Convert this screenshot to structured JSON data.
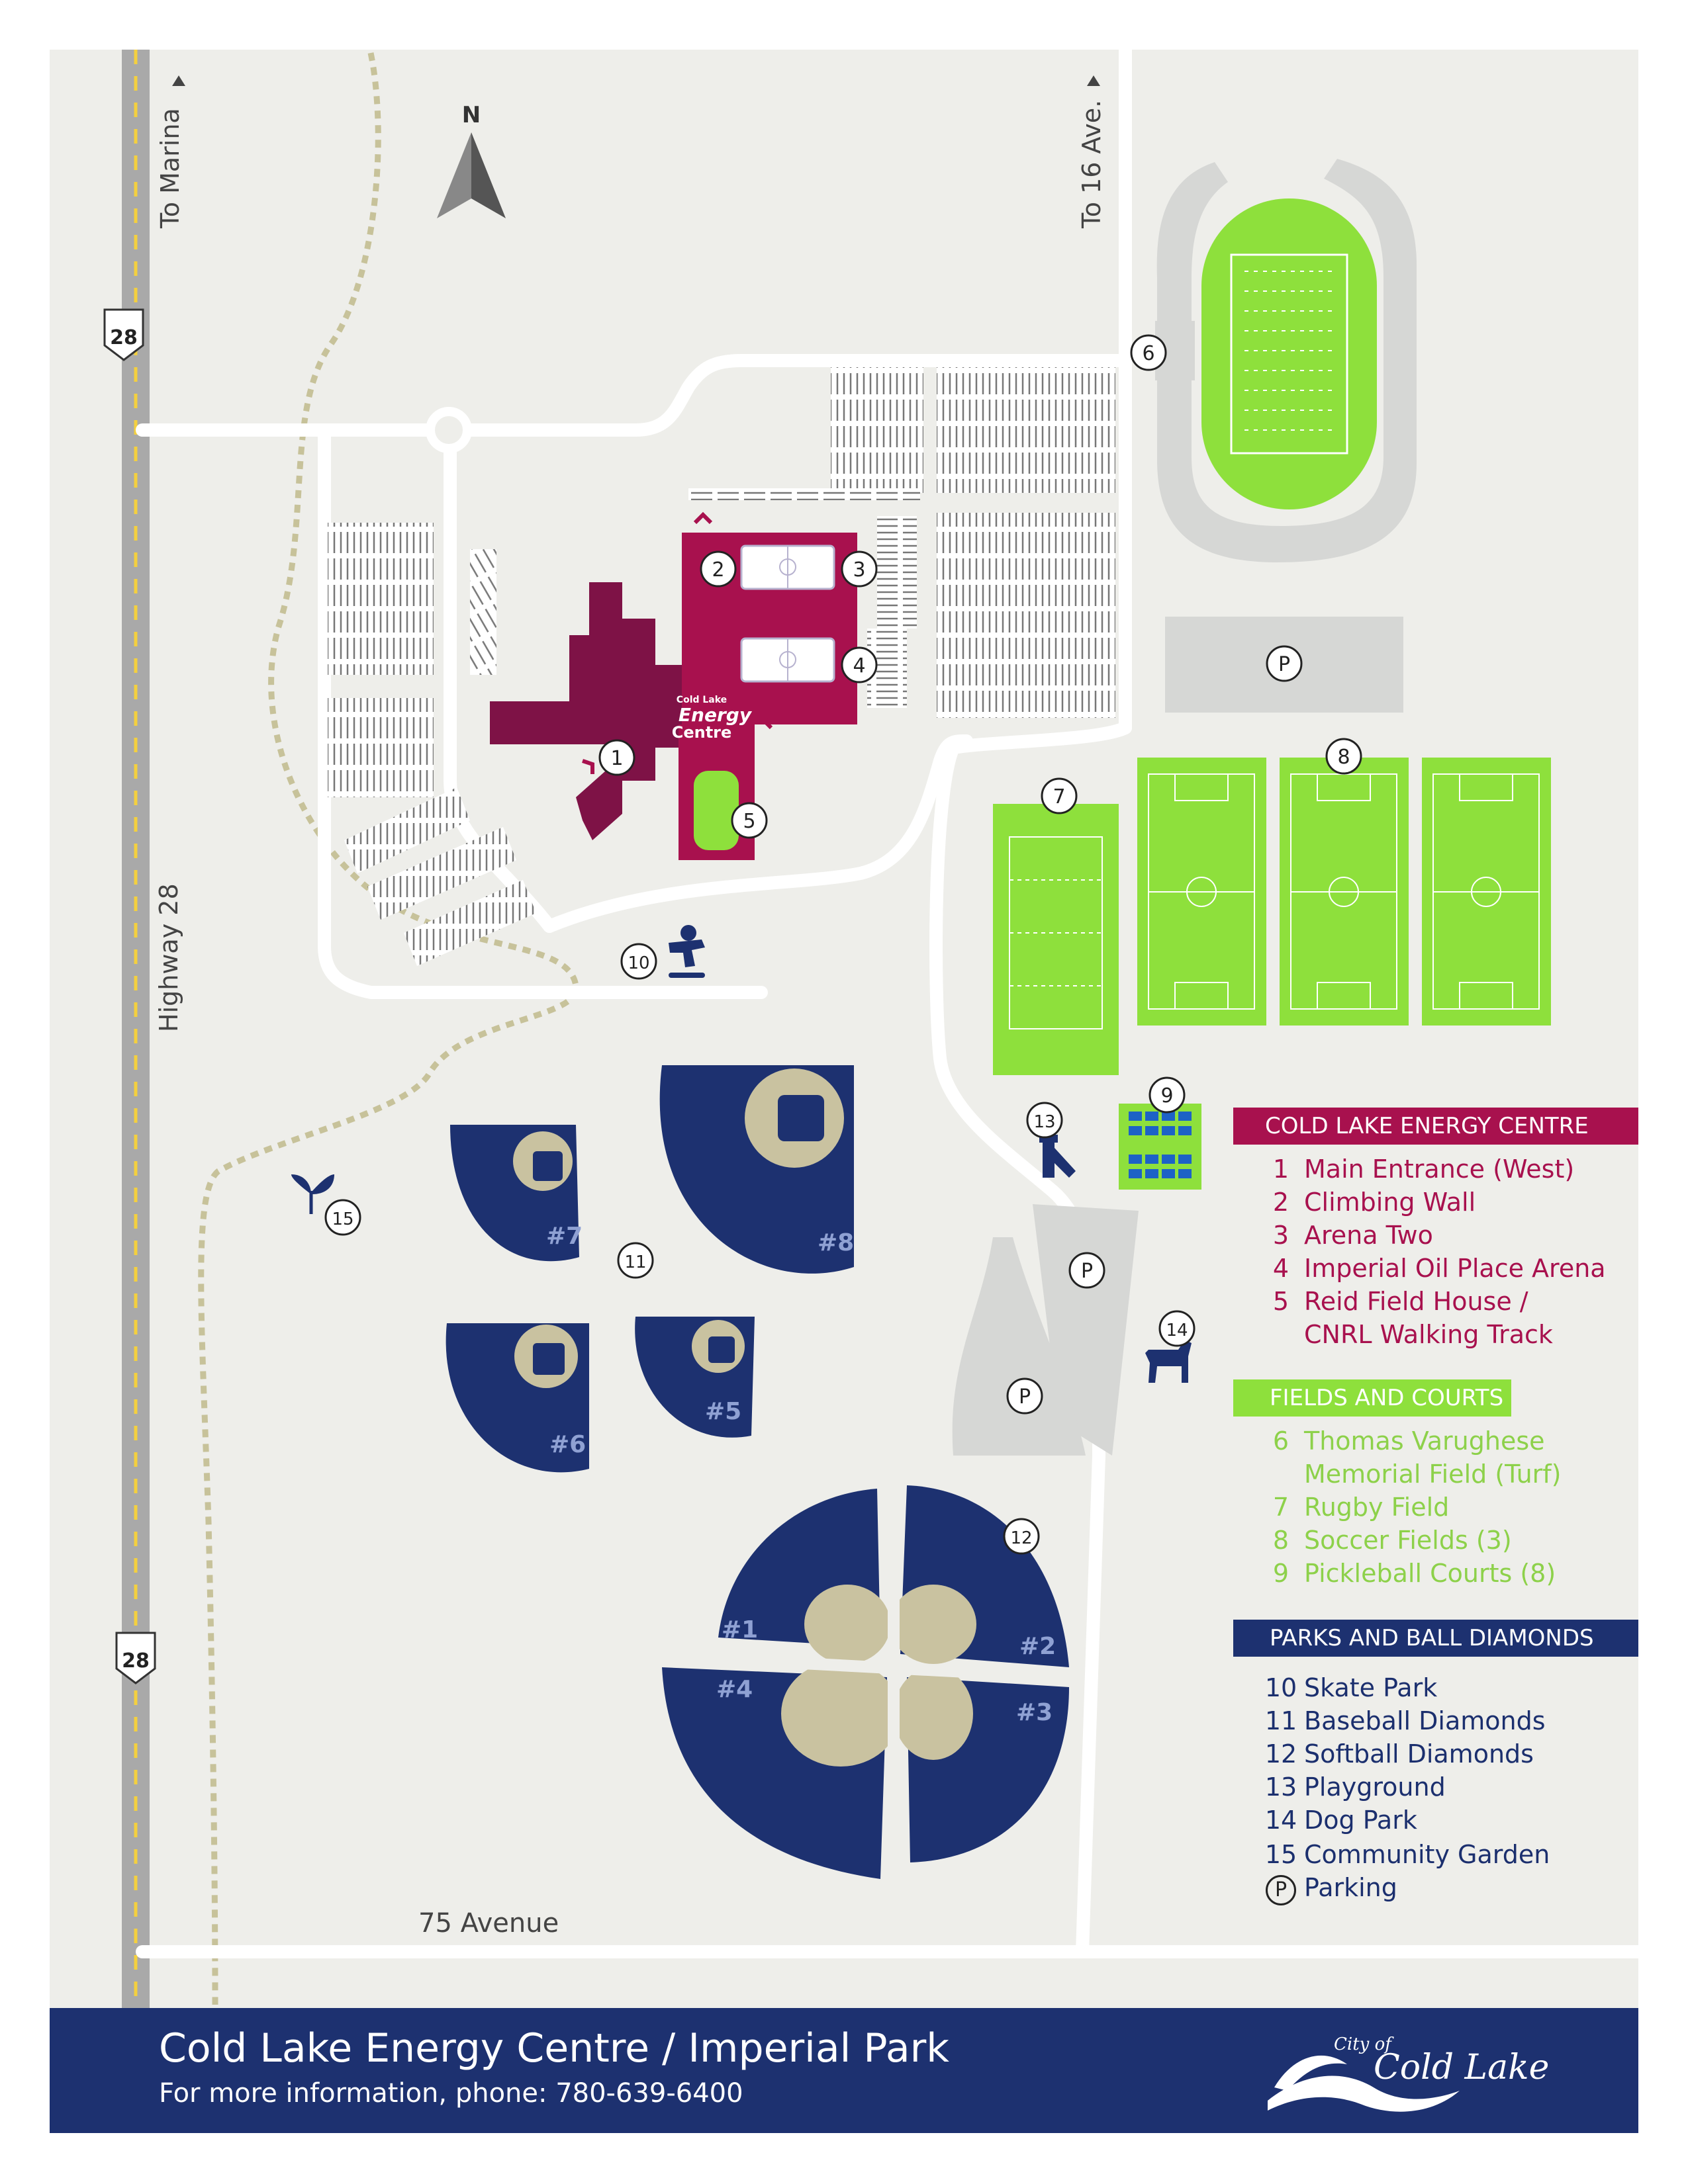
{
  "labels": {
    "to_marina": "To Marina",
    "to_16_ave": "To 16 Ave.",
    "north": "N",
    "highway_28": "Highway 28",
    "highway_shield": "28",
    "avenue_75": "75 Avenue",
    "energy_logo_small": "Cold Lake",
    "energy_logo_big": "Energy",
    "energy_logo_centre": "Centre",
    "parking_symbol": "P"
  },
  "markers": [
    {
      "id": "1"
    },
    {
      "id": "2"
    },
    {
      "id": "3"
    },
    {
      "id": "4"
    },
    {
      "id": "5"
    },
    {
      "id": "6"
    },
    {
      "id": "7"
    },
    {
      "id": "8"
    },
    {
      "id": "9"
    },
    {
      "id": "10"
    },
    {
      "id": "11"
    },
    {
      "id": "12"
    },
    {
      "id": "13"
    },
    {
      "id": "14"
    },
    {
      "id": "15"
    }
  ],
  "diamonds": {
    "d1": "#1",
    "d2": "#2",
    "d3": "#3",
    "d4": "#4",
    "d5": "#5",
    "d6": "#6",
    "d7": "#7",
    "d8": "#8"
  },
  "legend": {
    "energy_centre": {
      "title": "COLD LAKE ENERGY CENTRE",
      "items": [
        {
          "num": "1",
          "label": "Main Entrance (West)"
        },
        {
          "num": "2",
          "label": "Climbing Wall"
        },
        {
          "num": "3",
          "label": "Arena Two"
        },
        {
          "num": "4",
          "label": "Imperial Oil Place Arena"
        },
        {
          "num": "5",
          "label": "Reid Field House /"
        },
        {
          "num": "",
          "label": "CNRL Walking Track"
        }
      ]
    },
    "fields": {
      "title": "FIELDS AND COURTS",
      "items": [
        {
          "num": "6",
          "label": "Thomas Varughese"
        },
        {
          "num": "",
          "label": "Memorial Field (Turf)"
        },
        {
          "num": "7",
          "label": "Rugby Field"
        },
        {
          "num": "8",
          "label": "Soccer Fields (3)"
        },
        {
          "num": "9",
          "label": "Pickleball Courts (8)"
        }
      ]
    },
    "parks": {
      "title": "PARKS AND BALL DIAMONDS",
      "items": [
        {
          "num": "10",
          "label": "Skate Park"
        },
        {
          "num": "11",
          "label": "Baseball Diamonds"
        },
        {
          "num": "12",
          "label": "Softball Diamonds"
        },
        {
          "num": "13",
          "label": "Playground"
        },
        {
          "num": "14",
          "label": "Dog Park"
        },
        {
          "num": "15",
          "label": "Community Garden"
        }
      ],
      "parking_label": "Parking"
    }
  },
  "footer": {
    "title": "Cold Lake Energy Centre / Imperial Park",
    "subtitle": "For more information, phone: 780-639-6400",
    "logo_small": "City of",
    "logo_big": "Cold Lake"
  },
  "colors": {
    "background": "#eeeeea",
    "road": "#ffffff",
    "highway": "#a9a9a9",
    "highway_line": "#f4d03f",
    "trail": "#c7c29a",
    "parking_lot": "#d6d7d5",
    "building": "#a8114e",
    "building_dark": "#7e1246",
    "field_green": "#8ee03c",
    "diamond_blue": "#1d3170",
    "infield": "#c9c2a0",
    "legend_red": "#a8114e",
    "legend_green": "#8dd14a",
    "legend_blue": "#1b2f6e"
  }
}
